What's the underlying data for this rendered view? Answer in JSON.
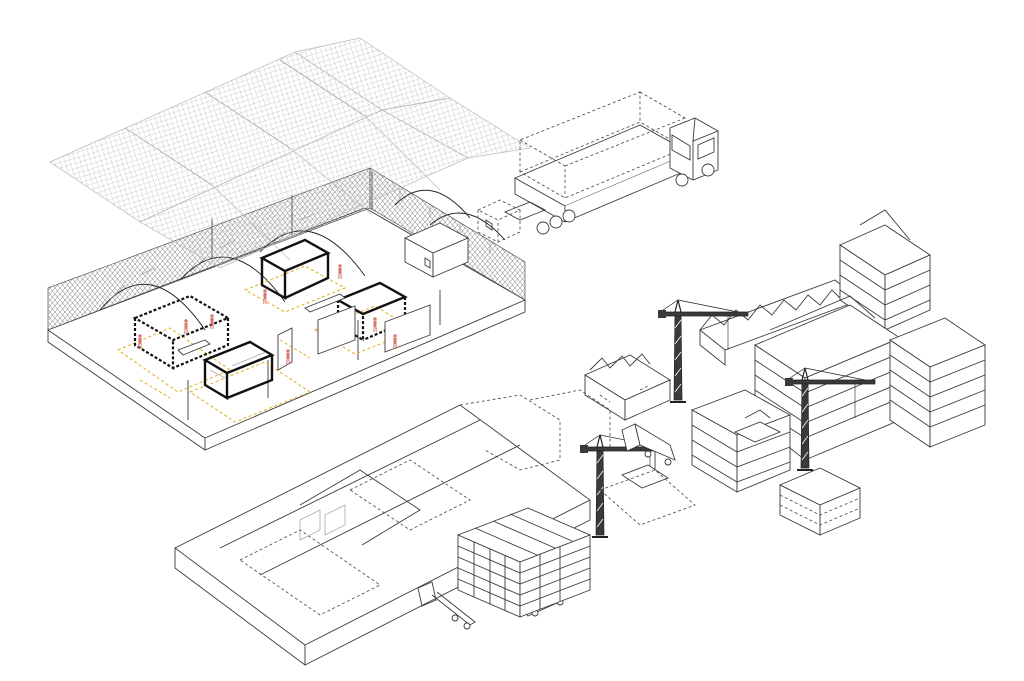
{
  "palette": {
    "line": "#3a3a3a",
    "mesh": "#b9b9b9",
    "safety_marking": "#e3b42a",
    "worker": "#d9786a",
    "crane": "#3a3a3a",
    "background": "#ffffff"
  },
  "scene": {
    "elements": [
      {
        "name": "canopy-mesh-roof"
      },
      {
        "name": "factory-floor-platform"
      },
      {
        "name": "prefab-modules"
      },
      {
        "name": "delivery-truck-with-module"
      },
      {
        "name": "tower-crane"
      },
      {
        "name": "stacked-module-buildings"
      },
      {
        "name": "tent-structure"
      },
      {
        "name": "flatbed-trucks"
      },
      {
        "name": "worker-icon"
      }
    ]
  }
}
